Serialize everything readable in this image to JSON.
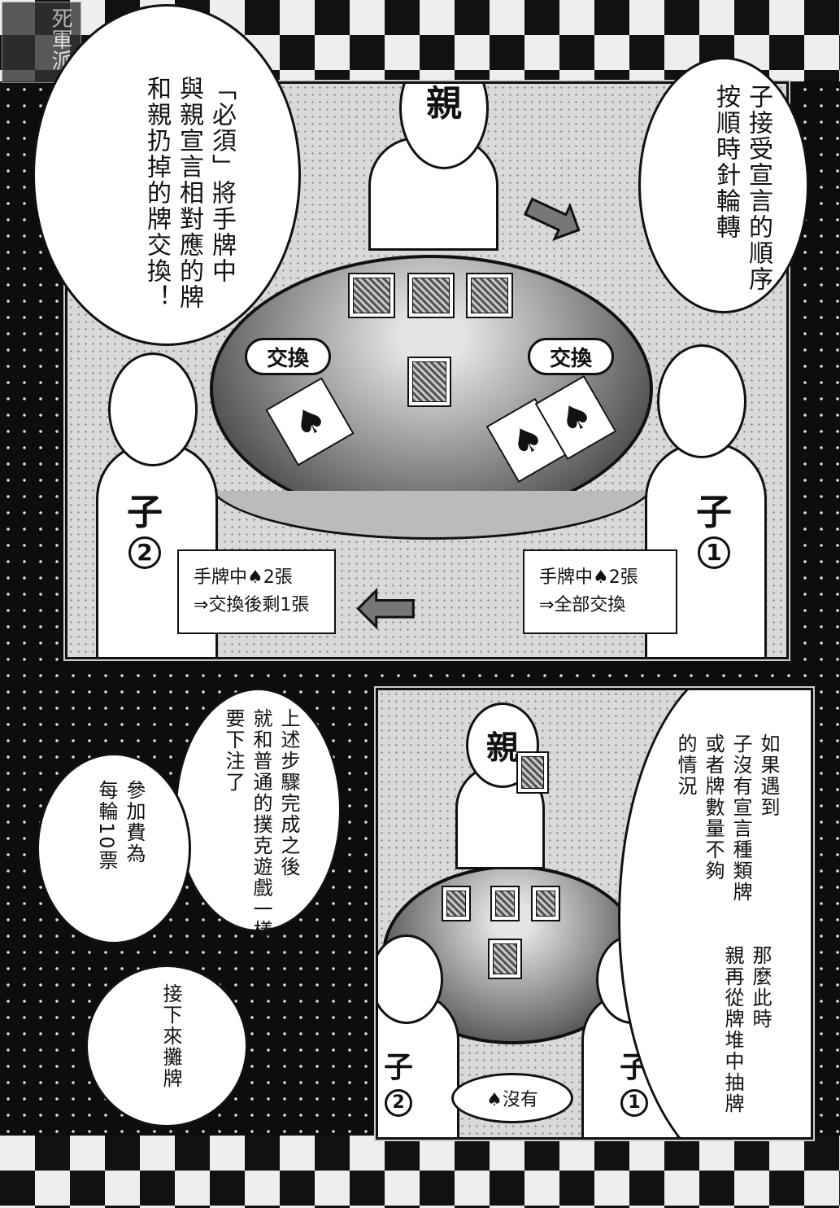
{
  "logo": {
    "text": "死軍派"
  },
  "panel_top": {
    "dealer_label": "親",
    "bubble_left": [
      "「必須」將手牌中",
      "與親宣言相對應的牌",
      "和親扔掉的牌交換！"
    ],
    "bubble_right": [
      "子接受宣言的順序",
      "按順時針輪轉"
    ],
    "exchange_left": "交換",
    "exchange_right": "交換",
    "player2_label": "子",
    "player2_num": "2",
    "player1_label": "子",
    "player1_num": "1",
    "box_left": [
      "手牌中♠2張",
      "⇒交換後剩1張"
    ],
    "box_right": [
      "手牌中♠2張",
      "⇒全部交換"
    ],
    "spade_icon": "♠"
  },
  "lower_left": {
    "bubble_bet": [
      "上述步驟完成之後",
      "就和普通的撲克遊戲一樣",
      "要下注了"
    ],
    "bubble_fee": [
      "參加費為",
      "每輪10票"
    ],
    "bubble_showdown": [
      "接下來攤牌"
    ]
  },
  "panel_bottom": {
    "dealer_label": "親",
    "bubble_if": [
      "如果遇到",
      "子沒有宣言種類牌",
      "或者牌數量不夠",
      "的情況"
    ],
    "text_then": [
      "那麼此時",
      "親再從牌堆中抽牌"
    ],
    "player2_label": "子",
    "player2_num": "2",
    "player1_label": "子",
    "player1_num": "1",
    "no_spade": "♠沒有"
  }
}
